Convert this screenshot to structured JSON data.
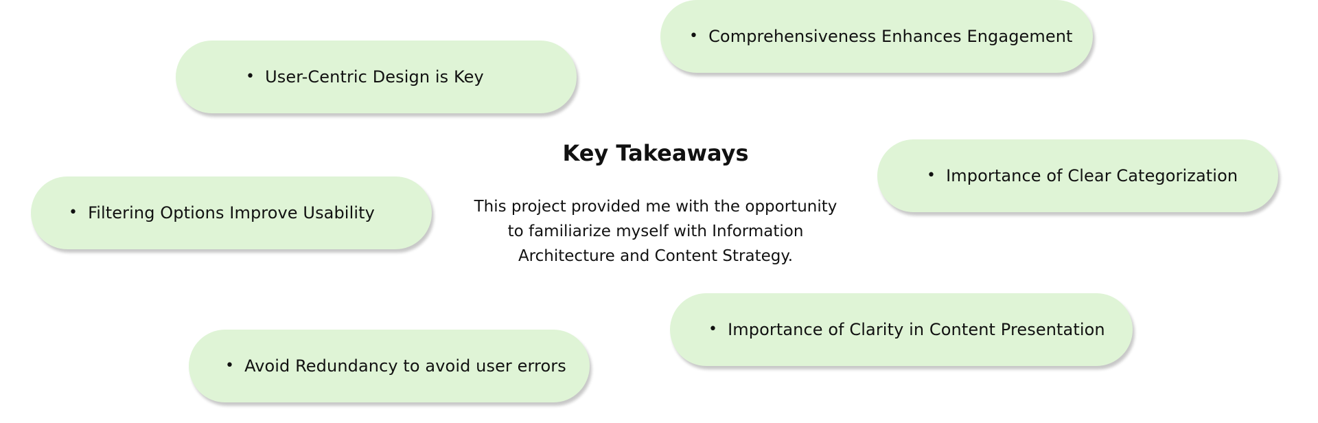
{
  "title": "Key Takeaways",
  "description": "This project provided me with the opportunity to familiarize myself with Information Architecture and Content Strategy.",
  "colors": {
    "pill_background": "#dff4d6",
    "text": "#111111"
  },
  "takeaways": [
    "Comprehensiveness Enhances Engagement",
    "User-Centric Design is Key",
    "Importance of Clear Categorization",
    "Filtering Options Improve Usability",
    "Importance of Clarity in Content Presentation",
    "Avoid Redundancy to avoid user errors"
  ]
}
